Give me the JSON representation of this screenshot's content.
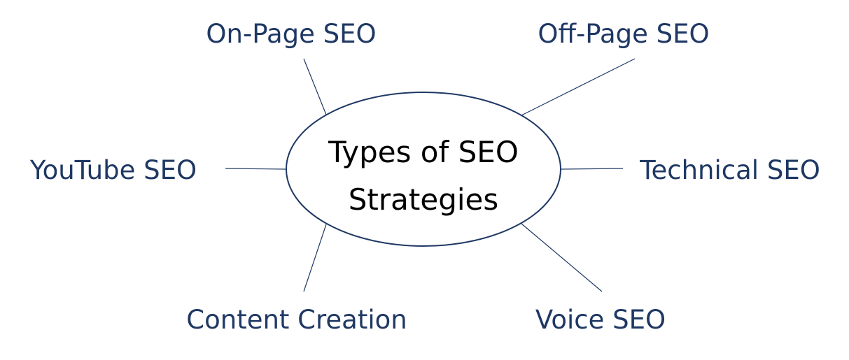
{
  "diagram": {
    "center": {
      "lines": [
        "Types of SEO",
        "Strategies"
      ]
    },
    "branches": [
      {
        "id": "on-page",
        "label": "On-Page SEO"
      },
      {
        "id": "off-page",
        "label": "Off-Page SEO"
      },
      {
        "id": "youtube",
        "label": "YouTube SEO"
      },
      {
        "id": "technical",
        "label": "Technical SEO"
      },
      {
        "id": "content-creation",
        "label": "Content Creation"
      },
      {
        "id": "voice",
        "label": "Voice SEO"
      }
    ]
  },
  "colors": {
    "label": "#1f3864",
    "line": "#1f3864",
    "center_text": "#000000",
    "background": "#ffffff"
  }
}
